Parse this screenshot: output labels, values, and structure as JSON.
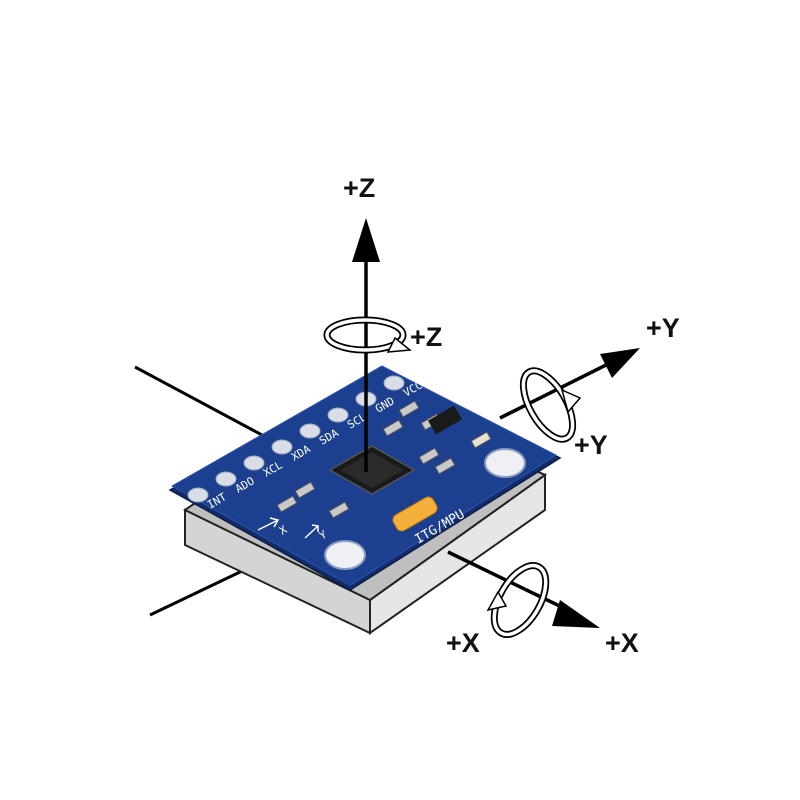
{
  "axes": {
    "z_axis_label": "+Z",
    "z_rotation_label": "+Z",
    "y_axis_label": "+Y",
    "y_rotation_label": "+Y",
    "x_rotation_label": "+X",
    "x_axis_label": "+X"
  },
  "board": {
    "pins": [
      "VCC",
      "GND",
      "SCL",
      "SDA",
      "XDA",
      "XCL",
      "ADO",
      "INT"
    ],
    "chip_label": "ITG/MPU",
    "silkscreen_x": "X",
    "silkscreen_y": "Y"
  },
  "colors": {
    "pcb": "#1c3f8f",
    "pcb_edge": "#142d6a",
    "block_top": "#d9d9d9",
    "block_side": "#c8c8c8",
    "arrow": "#000000",
    "chip": "#1a1a1a",
    "crystal": "#f4b03a",
    "pad": "#d8dde6"
  }
}
